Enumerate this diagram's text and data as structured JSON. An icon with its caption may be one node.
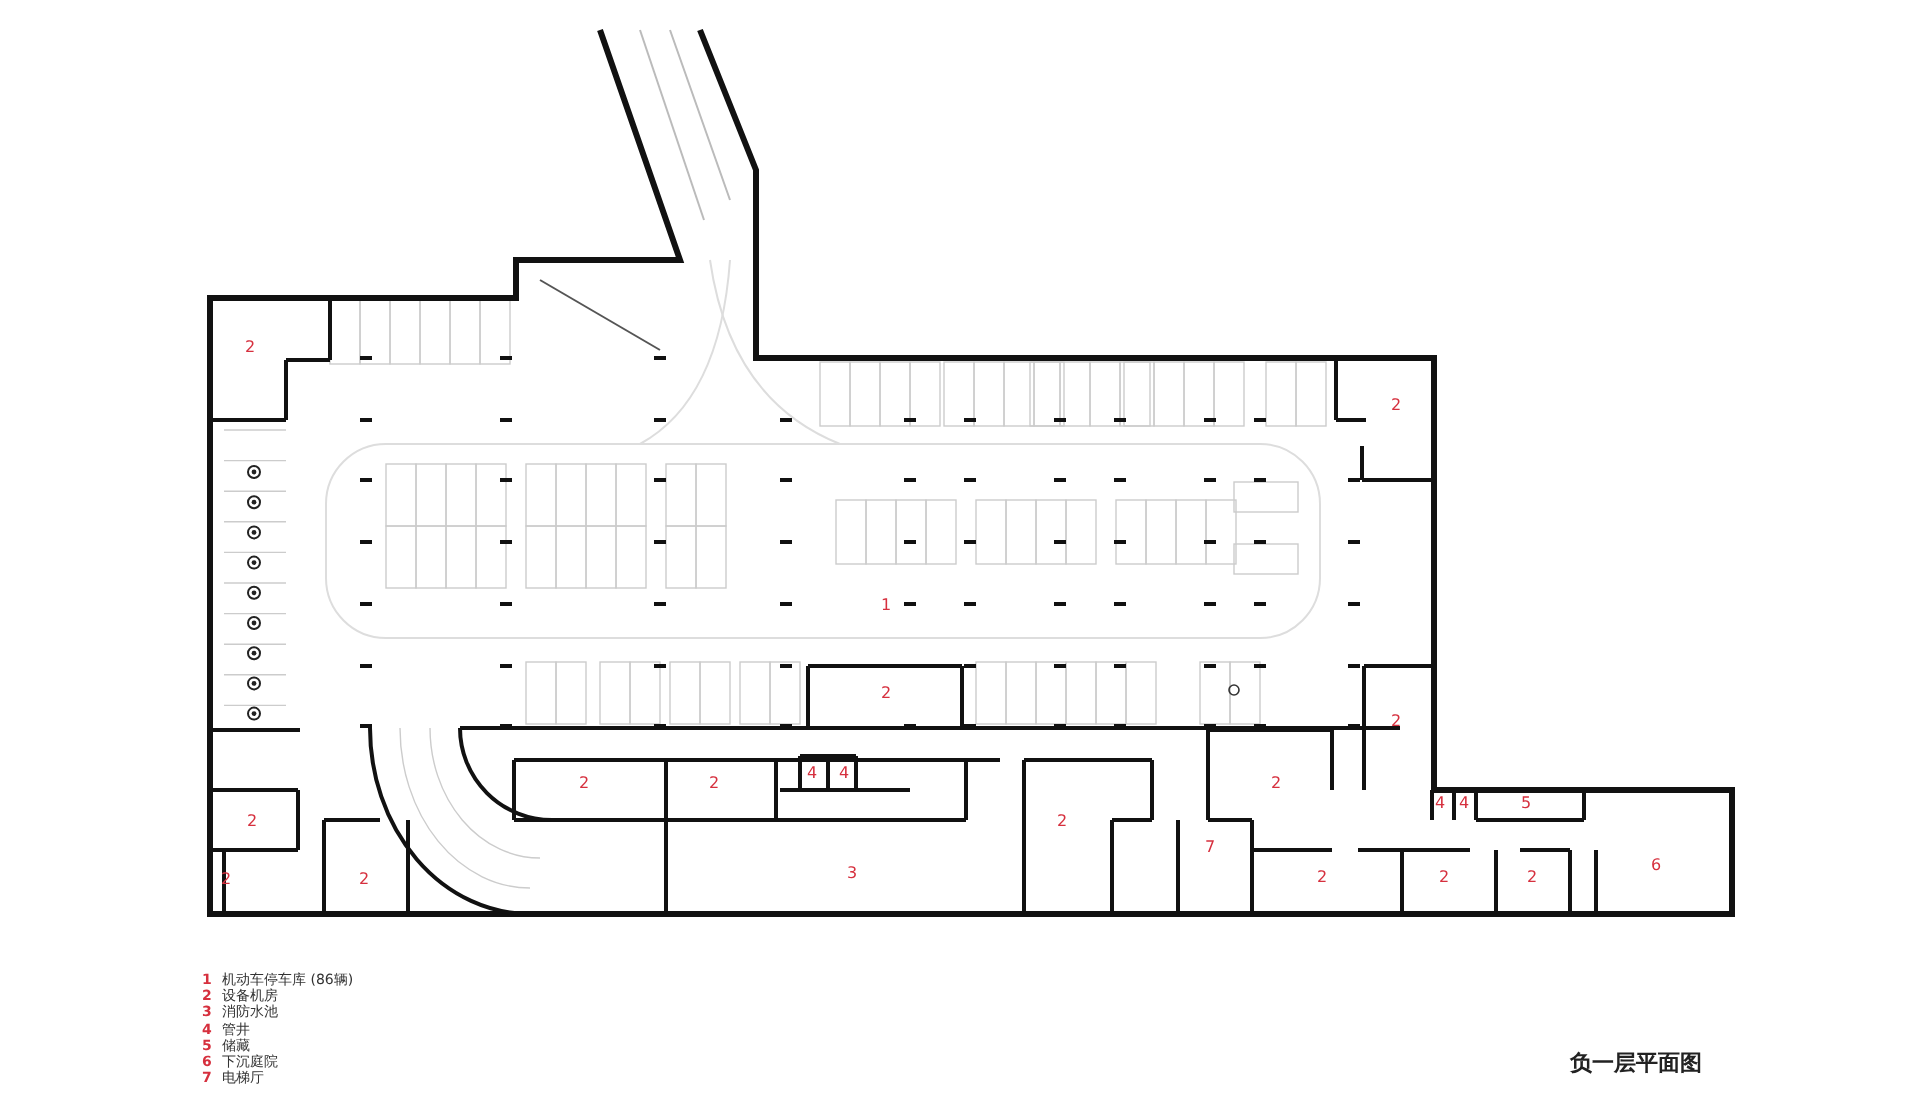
{
  "diagram": {
    "title": "负一层平面图",
    "labels": [
      "2",
      "2",
      "1",
      "2",
      "2",
      "4",
      "4",
      "2",
      "2",
      "2",
      "4",
      "4",
      "5",
      "2",
      "2",
      "7",
      "6",
      "3",
      "2",
      "2",
      "2",
      "2",
      "2",
      "1",
      "机动车停车库 (86辆)",
      "2",
      "设备机房",
      "3",
      "消防水池",
      "4",
      "管井",
      "5",
      "储藏",
      "6",
      "下沉庭院",
      "7",
      "电梯厅"
    ]
  }
}
